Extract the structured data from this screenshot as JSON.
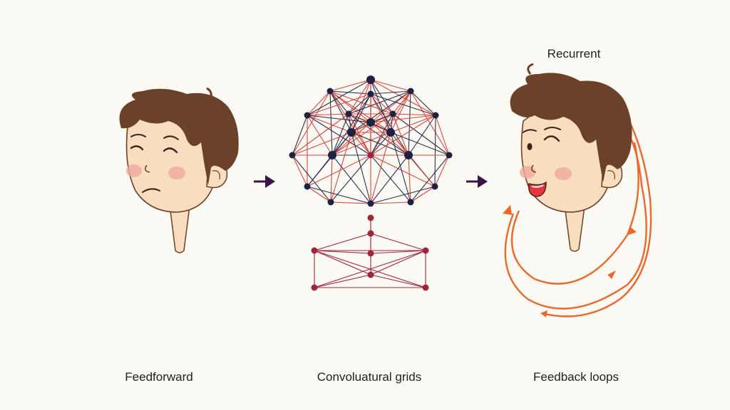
{
  "captions": {
    "feedforward": "Feedforward",
    "convolutional": "Convoluatural grids",
    "feedback": "Feedback loops",
    "recurrent": "Recurrent"
  },
  "colors": {
    "background": "#fcfaf4",
    "hair": "#6b4129",
    "skin": "#f8ddbf",
    "blush": "#f1a8a0",
    "node_dark": "#1f2140",
    "edge_red": "#d9453d",
    "edge_dark": "#2d2f4a",
    "lower_red": "#a0243a",
    "loop_orange": "#e8692a",
    "arrow": "#3a1646",
    "mouth_open": "#e8333a"
  },
  "icons": {
    "left_face": "sad-face-icon",
    "right_face": "happy-face-icon",
    "arrows": "right-arrow-icon"
  }
}
